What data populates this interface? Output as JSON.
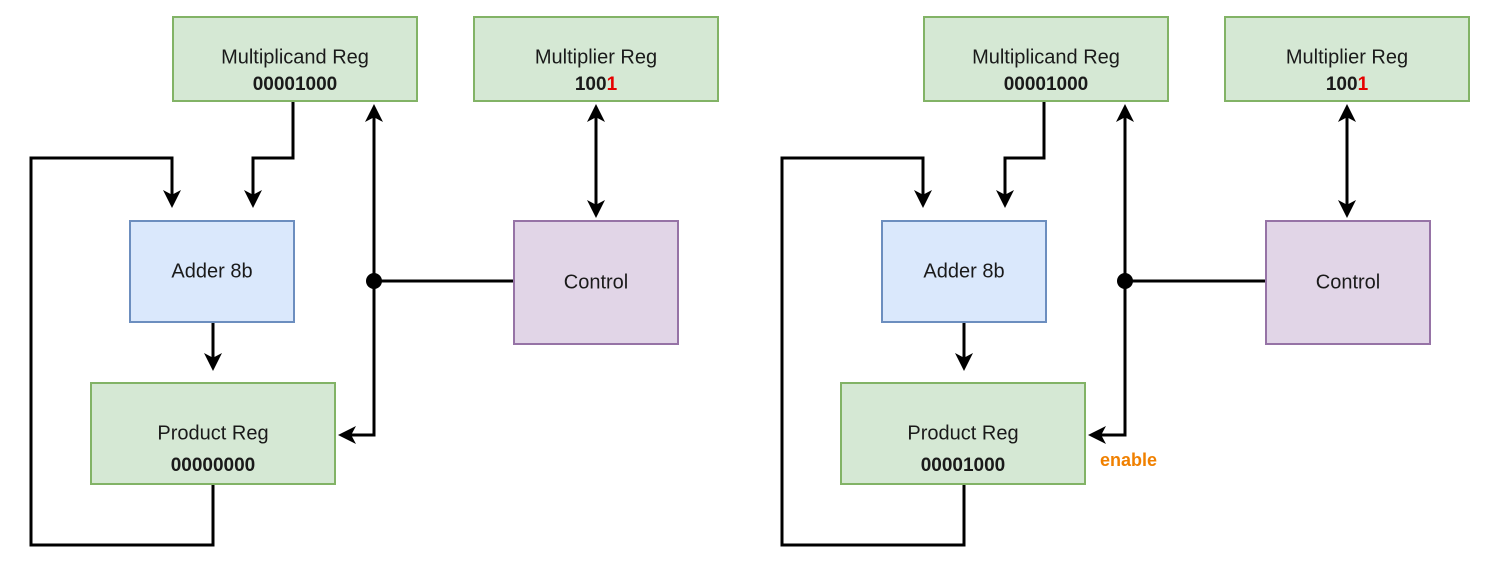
{
  "diagram": {
    "type": "shift-add-multiplier-datapath",
    "panels": [
      {
        "id": "panel-before",
        "blocks": {
          "multiplicand": {
            "title": "Multiplicand Reg",
            "value": "00001000",
            "highlight": ""
          },
          "multiplier": {
            "title": "Multiplier Reg",
            "value": "100",
            "highlight": "1"
          },
          "adder": {
            "title": "Adder 8b"
          },
          "control": {
            "title": "Control"
          },
          "product": {
            "title": "Product Reg",
            "value": "00000000",
            "highlight": ""
          }
        },
        "enable_label": ""
      },
      {
        "id": "panel-after",
        "blocks": {
          "multiplicand": {
            "title": "Multiplicand Reg",
            "value": "00001000",
            "highlight": ""
          },
          "multiplier": {
            "title": "Multiplier Reg",
            "value": "100",
            "highlight": "1"
          },
          "adder": {
            "title": "Adder 8b"
          },
          "control": {
            "title": "Control"
          },
          "product": {
            "title": "Product Reg",
            "value": "00001000",
            "highlight": ""
          }
        },
        "enable_label": "enable"
      }
    ],
    "colors": {
      "register_fill": "#d5e8d4",
      "register_stroke": "#82b366",
      "adder_fill": "#dae8fc",
      "adder_stroke": "#6c8ebf",
      "control_fill": "#e1d5e7",
      "control_stroke": "#9673a6",
      "wire": "#000000",
      "highlight_bit": "#e60000",
      "enable_label": "#f08000",
      "background": "#ffffff"
    }
  }
}
